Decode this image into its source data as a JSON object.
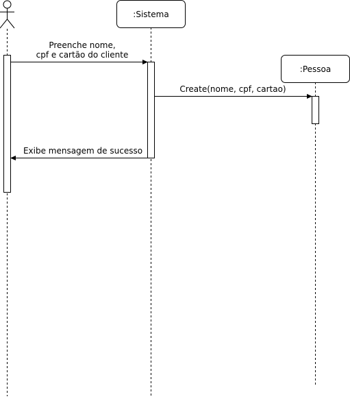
{
  "participants": {
    "actor": {
      "icon": "stick-figure-actor-icon"
    },
    "sistema": {
      "label": ":Sistema"
    },
    "pessoa": {
      "label": ":Pessoa"
    }
  },
  "messages": {
    "m1": {
      "line1": "Preenche nome,",
      "line2": "cpf e cartão do cliente"
    },
    "m2": {
      "label": "Create(nome, cpf, cartao)"
    },
    "m3": {
      "label": "Exibe mensagem de sucesso"
    }
  },
  "colors": {
    "stroke": "#000000",
    "background": "#ffffff"
  }
}
